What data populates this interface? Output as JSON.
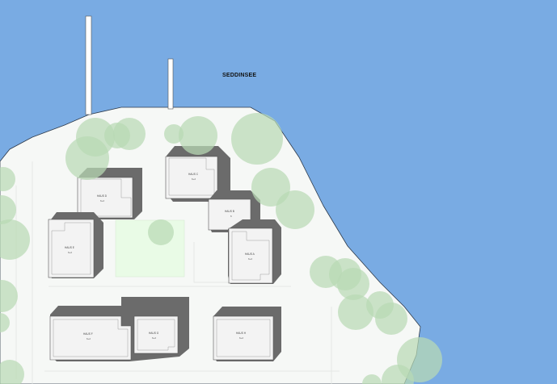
{
  "map": {
    "lake_name": "SEDDINSEE",
    "colors": {
      "water": "#79abe3",
      "land": "#f6f8f6",
      "shadow": "#6b6b6b",
      "roof": "#f3f3f3",
      "tree": "#b9d9b4",
      "lawn": "#e9fbe6"
    },
    "houses": [
      {
        "id": "D",
        "name": "HAUS D",
        "units": "6+2"
      },
      {
        "id": "C",
        "name": "HAUS C",
        "units": "6+2"
      },
      {
        "id": "B",
        "name": "HAUS B",
        "units": "6"
      },
      {
        "id": "E",
        "name": "HAUS E",
        "units": "6+2"
      },
      {
        "id": "A",
        "name": "HAUS A",
        "units": "6+2"
      },
      {
        "id": "F",
        "name": "HAUS F",
        "units": "6+2"
      },
      {
        "id": "G",
        "name": "HAUS G",
        "units": "6+2"
      },
      {
        "id": "H",
        "name": "HAUS H",
        "units": "6+2"
      }
    ]
  }
}
